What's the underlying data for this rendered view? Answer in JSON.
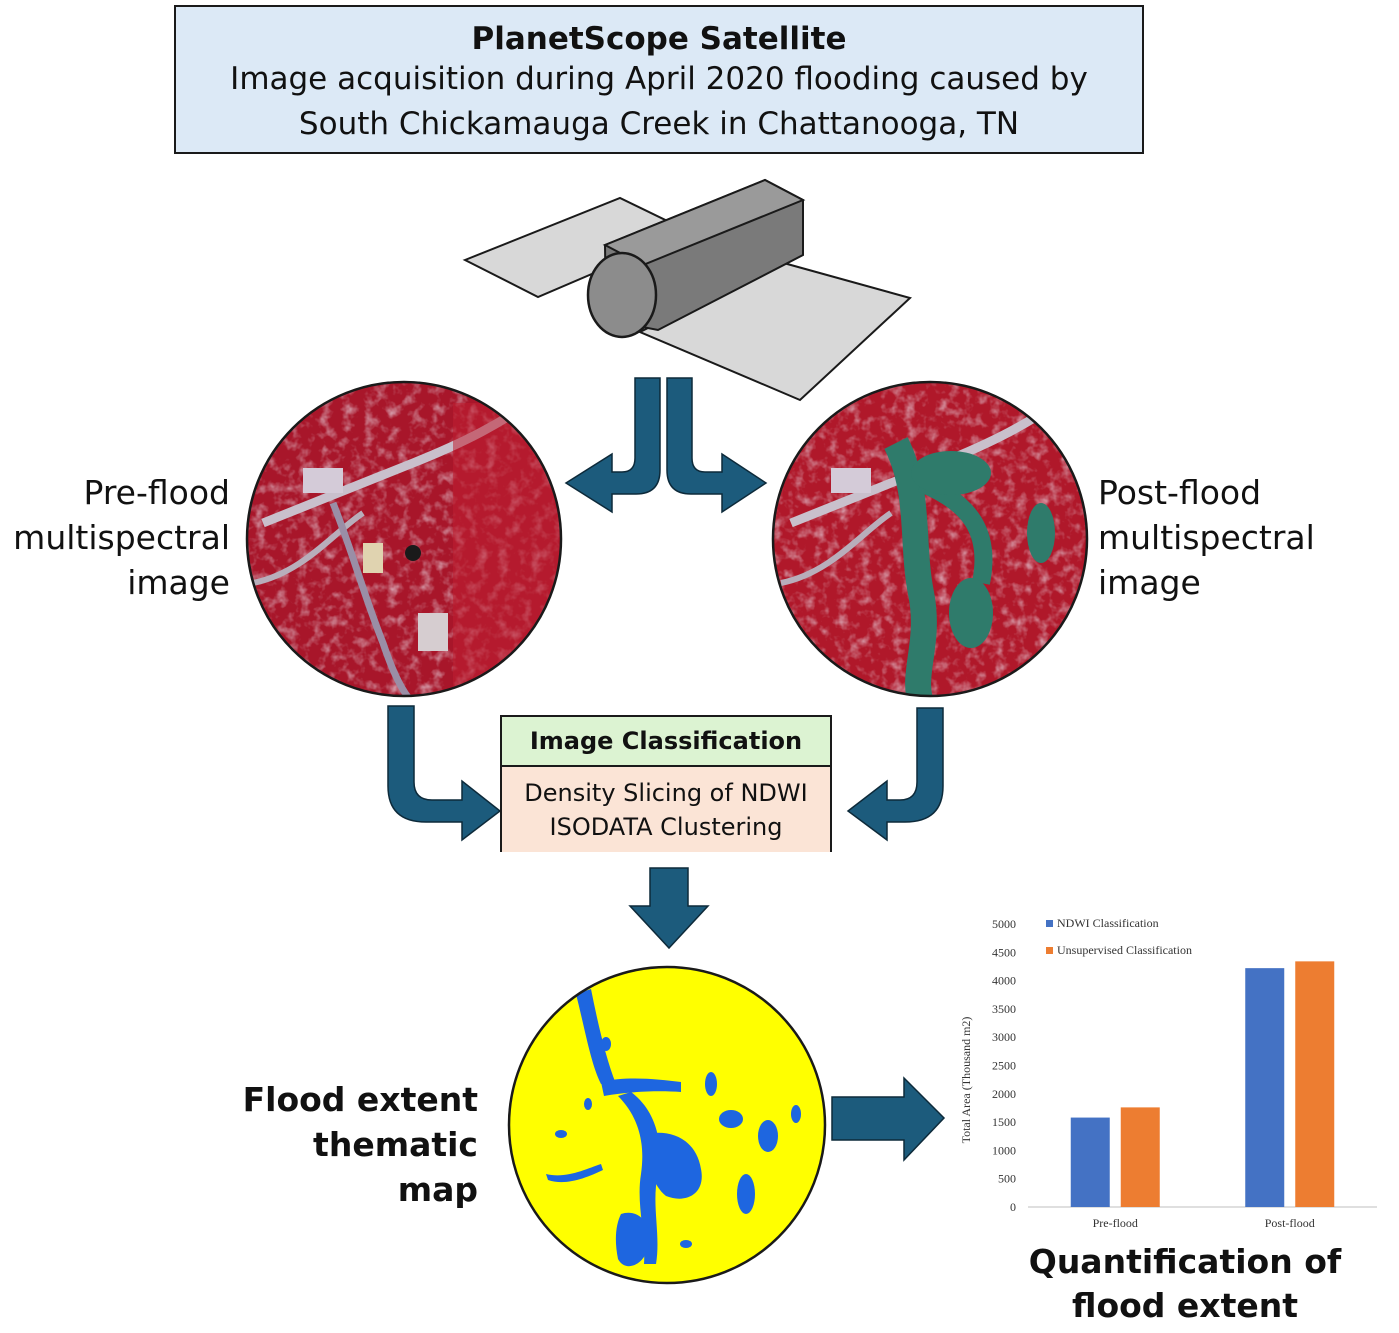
{
  "header": {
    "title": "PlanetScope Satellite",
    "subtitle_line1": "Image acquisition during April 2020 flooding caused by",
    "subtitle_line2": "South Chickamauga Creek in Chattanooga, TN"
  },
  "pre_flood": {
    "line1": "Pre-flood",
    "line2": "multispectral",
    "line3": "image"
  },
  "post_flood": {
    "line1": "Post-flood",
    "line2": "multispectral",
    "line3": "image"
  },
  "classification": {
    "header": "Image Classification",
    "method1": "Density Slicing of NDWI",
    "method2": "ISODATA Clustering"
  },
  "flood_map": {
    "line1": "Flood extent",
    "line2": "thematic",
    "line3": "map"
  },
  "quantification": {
    "line1": "Quantification of",
    "line2": "flood extent"
  },
  "colors": {
    "arrow": "#1c5b7c",
    "title_box": "#dce9f6",
    "class_header": "#dcf3d2",
    "class_body": "#fbe4d6",
    "map_land": "#ffff00",
    "map_water": "#1e66e0",
    "ndwi_bar": "#4472c4",
    "unsupervised_bar": "#ed7d31",
    "false_color_vegetation": "#b01828",
    "false_color_water": "#2e7a6a"
  },
  "icons": {
    "satellite": "satellite-icon",
    "arrows": "arrow-icon"
  },
  "chart_data": {
    "type": "bar",
    "categories": [
      "Pre-flood",
      "Post-flood"
    ],
    "series": [
      {
        "name": "NDWI Classification",
        "values": [
          1580,
          4220
        ],
        "color": "#4472c4"
      },
      {
        "name": "Unsupervised Classification",
        "values": [
          1760,
          4340
        ],
        "color": "#ed7d31"
      }
    ],
    "ylabel": "Total Area (Thousand m2)",
    "xlabel": "",
    "ylim": [
      0,
      5000
    ],
    "yticks": [
      0,
      500,
      1000,
      1500,
      2000,
      2500,
      3000,
      3500,
      4000,
      4500,
      5000
    ],
    "legend": "top-left",
    "grid": false
  }
}
